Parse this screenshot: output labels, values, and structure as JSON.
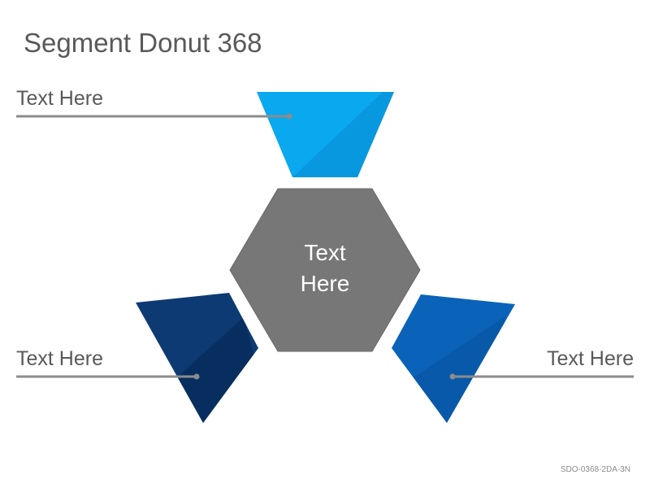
{
  "title": "Segment Donut 368",
  "center": {
    "line1": "Text",
    "line2": "Here"
  },
  "segments": [
    {
      "label": "Text Here",
      "color": "#0aa8ee",
      "shade": "#078bd3"
    },
    {
      "label": "Text Here",
      "color": "#0d3a73",
      "shade": "#072a57"
    },
    {
      "label": "Text Here",
      "color": "#0a63b8",
      "shade": "#06549e"
    }
  ],
  "center_color": "#777777",
  "connector_color": "#8c8c8c",
  "footer_code": "SDO-0368-2DA-3N"
}
